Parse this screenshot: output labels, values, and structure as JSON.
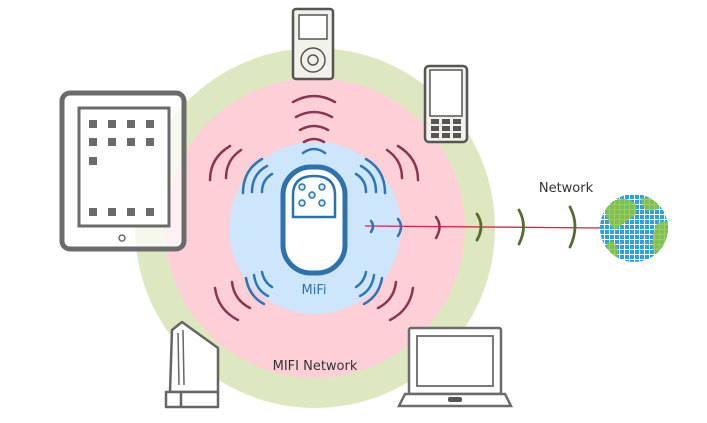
{
  "diagram": {
    "title": "MiFi network diagram",
    "labels": {
      "device": "MiFi",
      "ring": "MIFI Network",
      "internet": "Network"
    },
    "colors": {
      "outer_ring": "#dde8c0",
      "middle_ring": "#fdd0d8",
      "inner_ring": "#cde6fb",
      "device_stroke": "#2e72ad",
      "inner_waves": "#2f74b5",
      "outer_waves": "#8a3550",
      "network_waves": "#556b2f",
      "link_line": "#e0204a",
      "device_gray": "#666666"
    },
    "devices": [
      "tablet",
      "music-player",
      "mobile-phone",
      "game-console",
      "laptop",
      "globe"
    ]
  }
}
